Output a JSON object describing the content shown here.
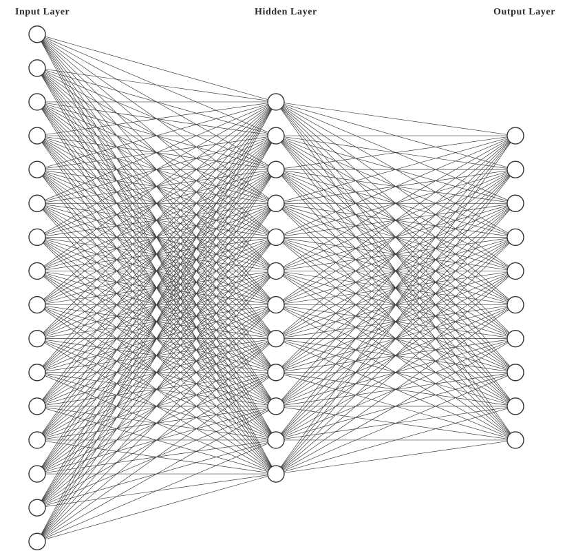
{
  "diagram": {
    "type": "fully-connected neural network",
    "layers": [
      {
        "title": "Input Layer",
        "neuron_count": 16
      },
      {
        "title": "Hidden Layer",
        "neuron_count": 12
      },
      {
        "title": "Output Layer",
        "neuron_count": 10
      }
    ],
    "connectivity": "fully-connected between adjacent layers",
    "colors": {
      "edge": "#3c3c3c",
      "neuron_stroke": "#333333",
      "neuron_fill": "#ffffff",
      "title": "#2a2a2a"
    }
  }
}
